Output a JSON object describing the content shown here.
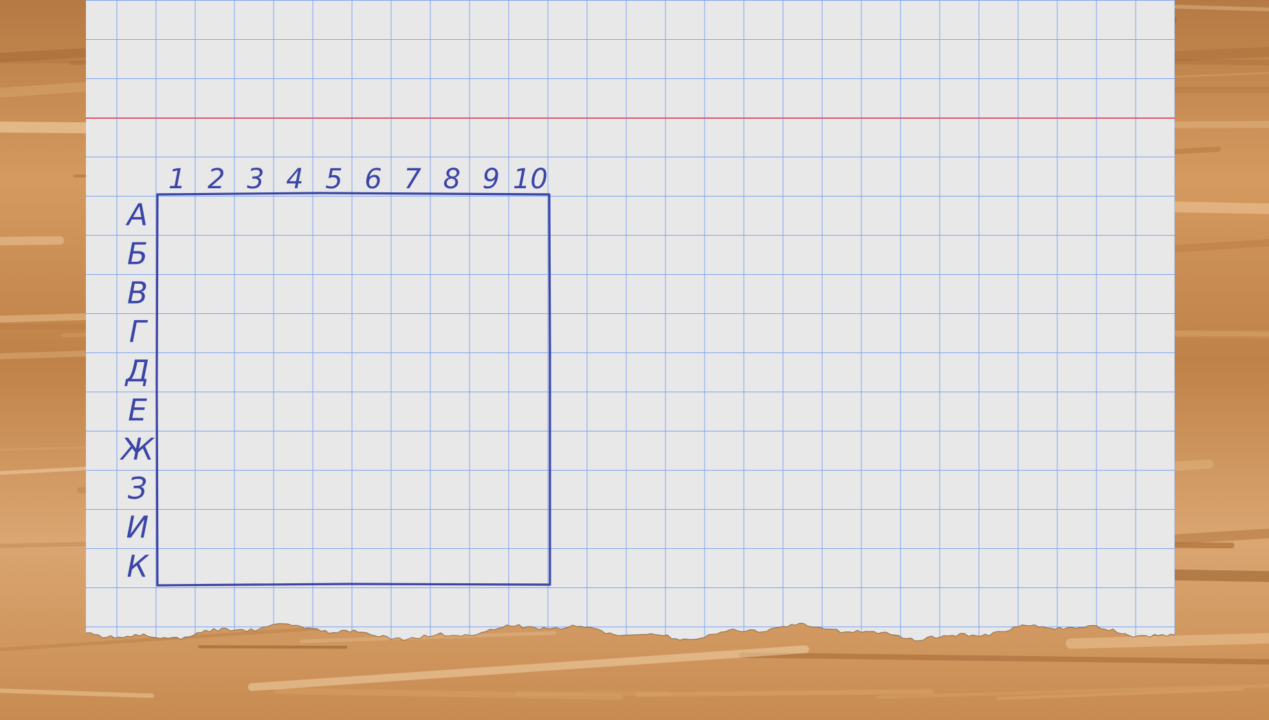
{
  "colors": {
    "wood_base": "#c58a52",
    "wood_light": "#e8bc88",
    "wood_dark": "#9c6431",
    "paper": "#e8e8e8",
    "grid_line": "#7ea4f0",
    "margin_line": "#e0384a",
    "ink": "#3a45a6"
  },
  "board": {
    "columns": [
      "1",
      "2",
      "3",
      "4",
      "5",
      "6",
      "7",
      "8",
      "9",
      "10"
    ],
    "rows": [
      "А",
      "Б",
      "В",
      "Г",
      "Д",
      "Е",
      "Ж",
      "З",
      "И",
      "К"
    ]
  }
}
